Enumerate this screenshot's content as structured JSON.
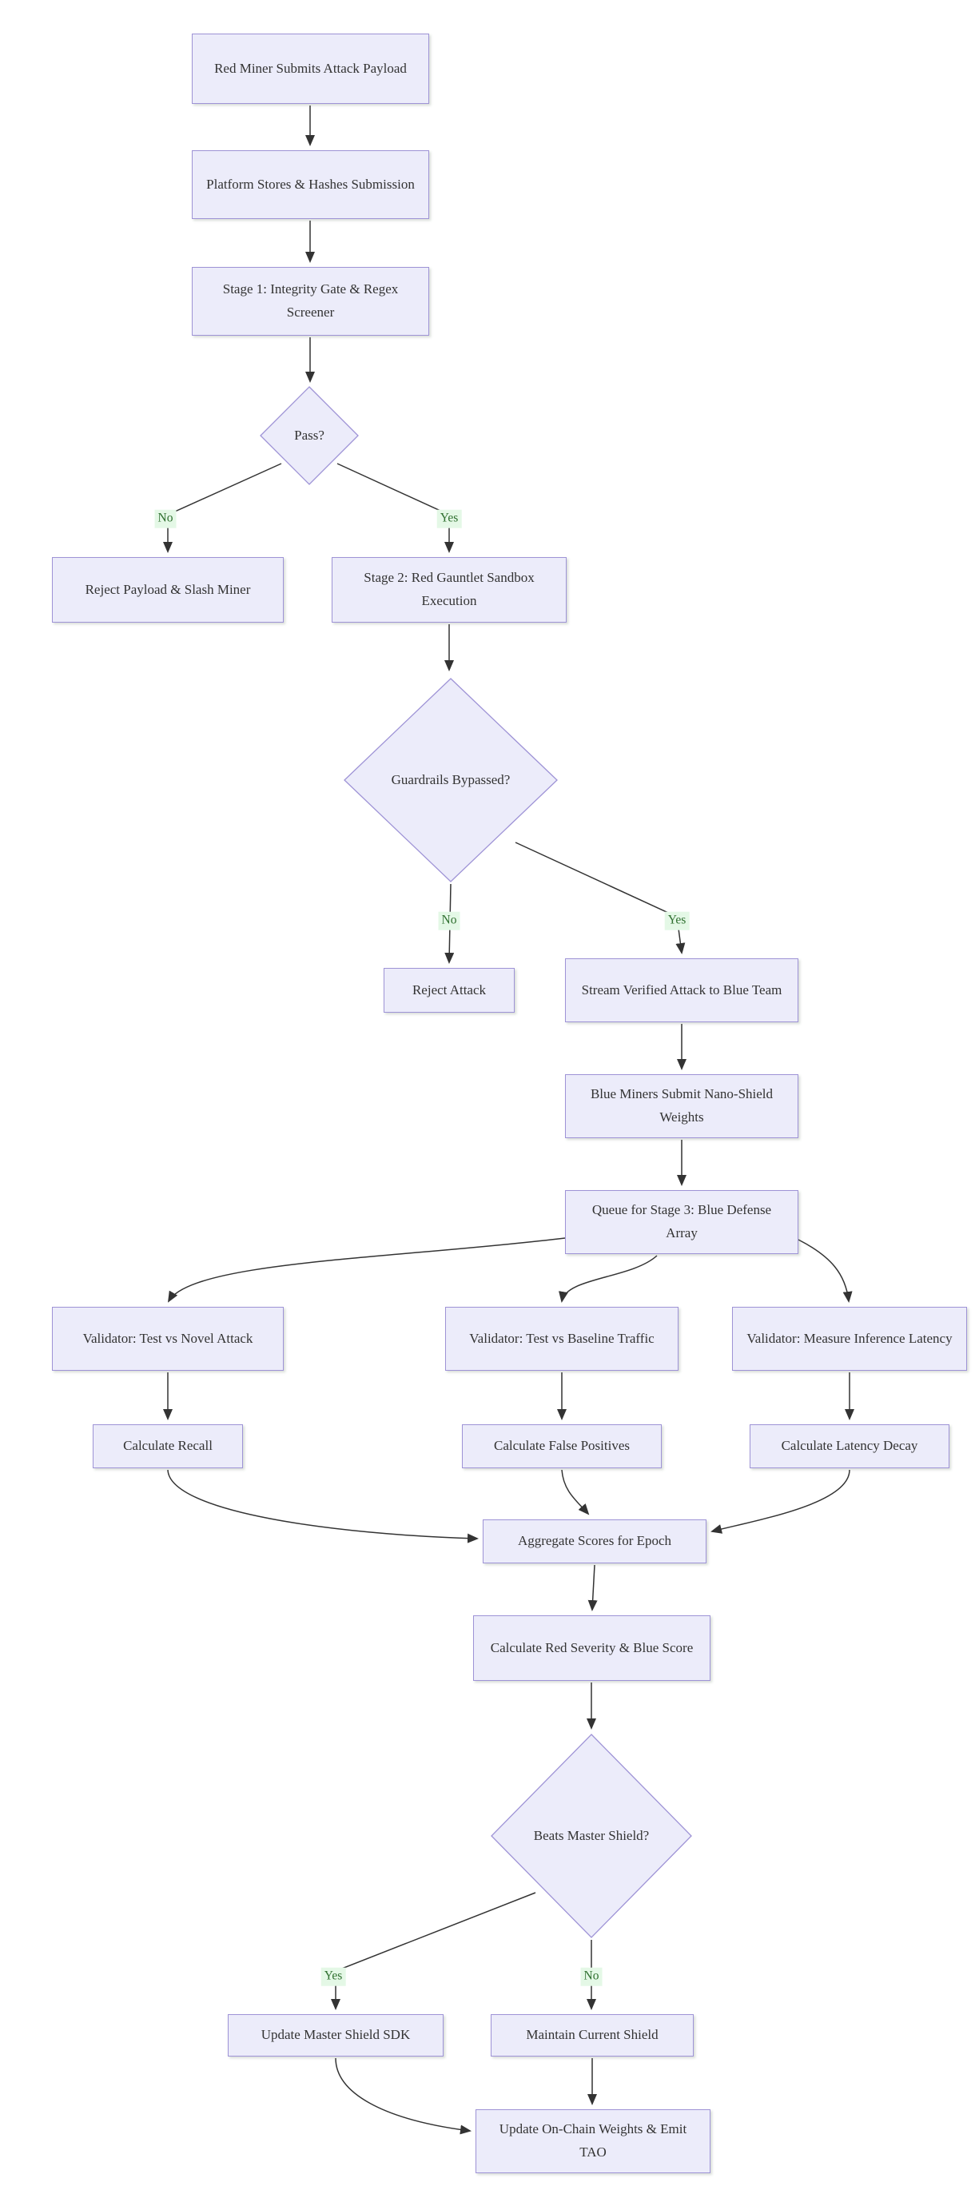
{
  "diagram": {
    "type": "flowchart",
    "direction": "top-down",
    "nodes": [
      {
        "id": "A",
        "shape": "rect",
        "label": "Red Miner Submits Attack Payload"
      },
      {
        "id": "B",
        "shape": "rect",
        "label": "Platform Stores & Hashes Submission"
      },
      {
        "id": "C",
        "shape": "rect",
        "label": "Stage 1: Integrity Gate & Regex Screener"
      },
      {
        "id": "D",
        "shape": "diamond",
        "label": "Pass?"
      },
      {
        "id": "E",
        "shape": "rect",
        "label": "Reject Payload & Slash Miner"
      },
      {
        "id": "F",
        "shape": "rect",
        "label": "Stage 2: Red Gauntlet Sandbox Execution"
      },
      {
        "id": "G",
        "shape": "diamond",
        "label": "Guardrails Bypassed?"
      },
      {
        "id": "H",
        "shape": "rect",
        "label": "Reject Attack"
      },
      {
        "id": "I",
        "shape": "rect",
        "label": "Stream Verified Attack to Blue Team"
      },
      {
        "id": "J",
        "shape": "rect",
        "label": "Blue Miners Submit Nano-Shield Weights"
      },
      {
        "id": "K",
        "shape": "rect",
        "label": "Queue for Stage 3: Blue Defense Array"
      },
      {
        "id": "L",
        "shape": "rect",
        "label": "Validator: Test vs Novel Attack"
      },
      {
        "id": "M",
        "shape": "rect",
        "label": "Validator: Test vs Baseline Traffic"
      },
      {
        "id": "N",
        "shape": "rect",
        "label": "Validator: Measure Inference Latency"
      },
      {
        "id": "O",
        "shape": "rect",
        "label": "Calculate Recall"
      },
      {
        "id": "P",
        "shape": "rect",
        "label": "Calculate False Positives"
      },
      {
        "id": "Q",
        "shape": "rect",
        "label": "Calculate Latency Decay"
      },
      {
        "id": "R",
        "shape": "rect",
        "label": "Aggregate Scores for Epoch"
      },
      {
        "id": "S",
        "shape": "rect",
        "label": "Calculate Red Severity & Blue Score"
      },
      {
        "id": "T",
        "shape": "diamond",
        "label": "Beats Master Shield?"
      },
      {
        "id": "U",
        "shape": "rect",
        "label": "Update Master Shield SDK"
      },
      {
        "id": "V",
        "shape": "rect",
        "label": "Maintain Current Shield"
      },
      {
        "id": "W",
        "shape": "rect",
        "label": "Update On-Chain Weights & Emit TAO"
      }
    ],
    "edges": [
      {
        "from": "A",
        "to": "B",
        "label": ""
      },
      {
        "from": "B",
        "to": "C",
        "label": ""
      },
      {
        "from": "C",
        "to": "D",
        "label": ""
      },
      {
        "from": "D",
        "to": "E",
        "label": "No"
      },
      {
        "from": "D",
        "to": "F",
        "label": "Yes"
      },
      {
        "from": "F",
        "to": "G",
        "label": ""
      },
      {
        "from": "G",
        "to": "H",
        "label": "No"
      },
      {
        "from": "G",
        "to": "I",
        "label": "Yes"
      },
      {
        "from": "I",
        "to": "J",
        "label": ""
      },
      {
        "from": "J",
        "to": "K",
        "label": ""
      },
      {
        "from": "K",
        "to": "L",
        "label": ""
      },
      {
        "from": "K",
        "to": "M",
        "label": ""
      },
      {
        "from": "K",
        "to": "N",
        "label": ""
      },
      {
        "from": "L",
        "to": "O",
        "label": ""
      },
      {
        "from": "M",
        "to": "P",
        "label": ""
      },
      {
        "from": "N",
        "to": "Q",
        "label": ""
      },
      {
        "from": "O",
        "to": "R",
        "label": ""
      },
      {
        "from": "P",
        "to": "R",
        "label": ""
      },
      {
        "from": "Q",
        "to": "R",
        "label": ""
      },
      {
        "from": "R",
        "to": "S",
        "label": ""
      },
      {
        "from": "S",
        "to": "T",
        "label": ""
      },
      {
        "from": "T",
        "to": "U",
        "label": "Yes"
      },
      {
        "from": "T",
        "to": "V",
        "label": "No"
      },
      {
        "from": "U",
        "to": "W",
        "label": ""
      },
      {
        "from": "V",
        "to": "W",
        "label": ""
      }
    ],
    "colors": {
      "node_fill": "#ececfa",
      "node_border": "#9e93d6",
      "edge_line": "#333333",
      "edge_label_bg": "#e4f8e6",
      "edge_label_text": "#2f6f2f",
      "node_text": "#333333",
      "background": "#ffffff"
    }
  }
}
